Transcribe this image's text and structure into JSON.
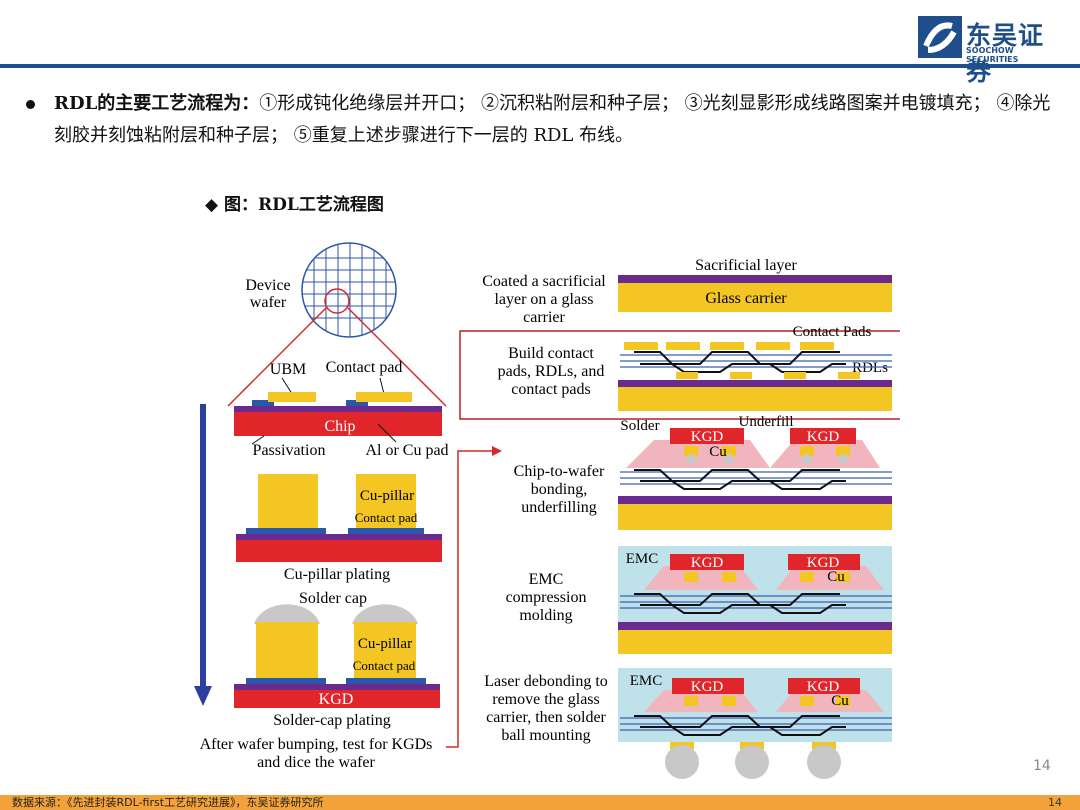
{
  "header": {
    "logo_cn": "东吴证券",
    "logo_en": "SOOCHOW SECURITIES"
  },
  "bullet": {
    "lead": "RDL的主要工艺流程为：",
    "text": "①形成钝化绝缘层并开口； ②沉积粘附层和种子层； ③光刻显影形成线路图案并电镀填充； ④除光刻胶并刻蚀粘附层和种子层； ⑤重复上述步骤进行下一层的 RDL 布线。"
  },
  "figure": {
    "title": "图：RDL工艺流程图",
    "left": {
      "device_wafer": [
        "Device",
        "wafer"
      ],
      "ubm": "UBM",
      "contact_pad": "Contact pad",
      "chip": "Chip",
      "passivation": "Passivation",
      "al_cu_pad": "Al or Cu pad",
      "cu_pillar": "Cu-pillar",
      "contact_pad_small": "Contact pad",
      "cu_pillar_plating": "Cu-pillar plating",
      "solder_cap": "Solder cap",
      "kgd": "KGD",
      "solder_cap_plating": "Solder-cap plating",
      "after": [
        "After wafer bumping, test for KGDs",
        "and dice the wafer"
      ]
    },
    "right": {
      "sacrificial_layer": "Sacrificial layer",
      "glass_carrier": "Glass carrier",
      "step1": [
        "Coated a sacrificial",
        "layer on a glass",
        "carrier"
      ],
      "contact_pads": "Contact Pads",
      "rdls": "RDLs",
      "step2": [
        "Build contact",
        "pads, RDLs, and",
        "contact pads"
      ],
      "solder": "Solder",
      "underfill": "Underfill",
      "kgd": "KGD",
      "cu": "Cu",
      "emc": "EMC",
      "step3": [
        "Chip-to-wafer",
        "bonding,",
        "underfilling"
      ],
      "step4": [
        "EMC",
        "compression",
        "molding"
      ],
      "step5": [
        "Laser debonding to",
        "remove the glass",
        "carrier, then solder",
        "ball mounting"
      ]
    }
  },
  "page_number": "14",
  "footer": {
    "source": "数据来源：《先进封装RDL-first工艺研究进展》，东吴证券研究所",
    "page": "14"
  },
  "colors": {
    "brand": "#1f4e8c",
    "footer": "#f3a23a",
    "purple": "#6a2a8e",
    "yellow": "#f3c623",
    "red": "#e0262a",
    "emc": "#bfe1ea",
    "underfill": "#f0b5bd",
    "highlight_box": "#b22222"
  }
}
